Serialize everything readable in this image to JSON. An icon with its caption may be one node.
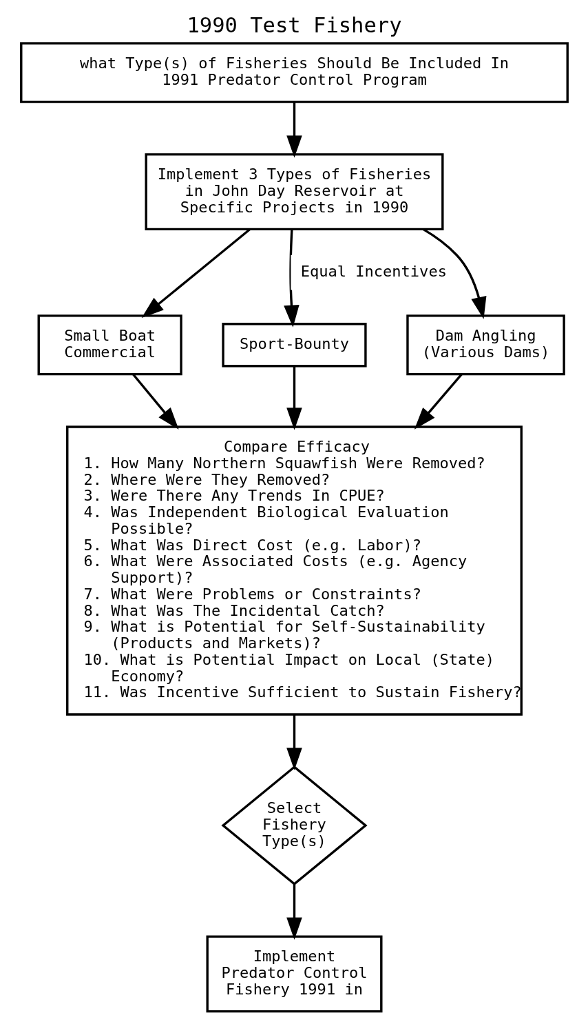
{
  "diagram": {
    "title": "1990 Test Fishery",
    "nodes": [
      {
        "text": [
          "what Type(s) of Fisheries Should Be Included In 1991 Predator Control Program"
        ]
      },
      {
        "text": [
          "Implement 3 Types of Fisheries in John Day Reservoir at Specific Projects in 1990"
        ]
      },
      {
        "text": [
          "Small Boat Commercial"
        ]
      },
      {
        "text": [
          "Sport-Bounty"
        ]
      },
      {
        "text": [
          "Dam Angling (Various Dams)"
        ]
      },
      {
        "text": [
          "Compare Efficacy",
          "1. How Many Northern Squawfish Were Removed?",
          "2. Where Were They Removed?",
          "3. Were There Any Trends In CPUE?",
          "4. Was Independent Biological Evaluation Possible?",
          "5. What Was Direct Cost (e.g. Labor)?",
          "6. What Were Associated Costs (e.g. Agency Support)?",
          "7. What Were Problems or Constraints?",
          "8. What Was The Incidental Catch?",
          "9. What is Potential for Self-Sustainability (Products and Markets)?",
          "10. What is Potential Impact on Local (State) Economy?",
          "11. Was Incentive Sufficient to Sustain Fishery?"
        ]
      },
      {
        "text": [
          "Select Fishery Type(s)"
        ]
      },
      {
        "text": [
          "Implement Predator Control Fishery 1991 in"
        ]
      }
    ],
    "edges": [
      {
        "from": 0,
        "to": 1,
        "arrow": "to"
      },
      {
        "from": 1,
        "to": 2,
        "arrow": "to"
      },
      {
        "from": 1,
        "to": 3,
        "arrow": "to",
        "label": "Equal Incentives"
      },
      {
        "from": 1,
        "to": 4,
        "arrow": "to"
      },
      {
        "from": 2,
        "to": 5,
        "arrow": "to"
      },
      {
        "from": 3,
        "to": 5,
        "arrow": "to"
      },
      {
        "from": 4,
        "to": 5,
        "arrow": "to"
      },
      {
        "from": 5,
        "to": 6,
        "arrow": "to"
      },
      {
        "from": 6,
        "to": 7,
        "arrow": "to"
      }
    ]
  }
}
